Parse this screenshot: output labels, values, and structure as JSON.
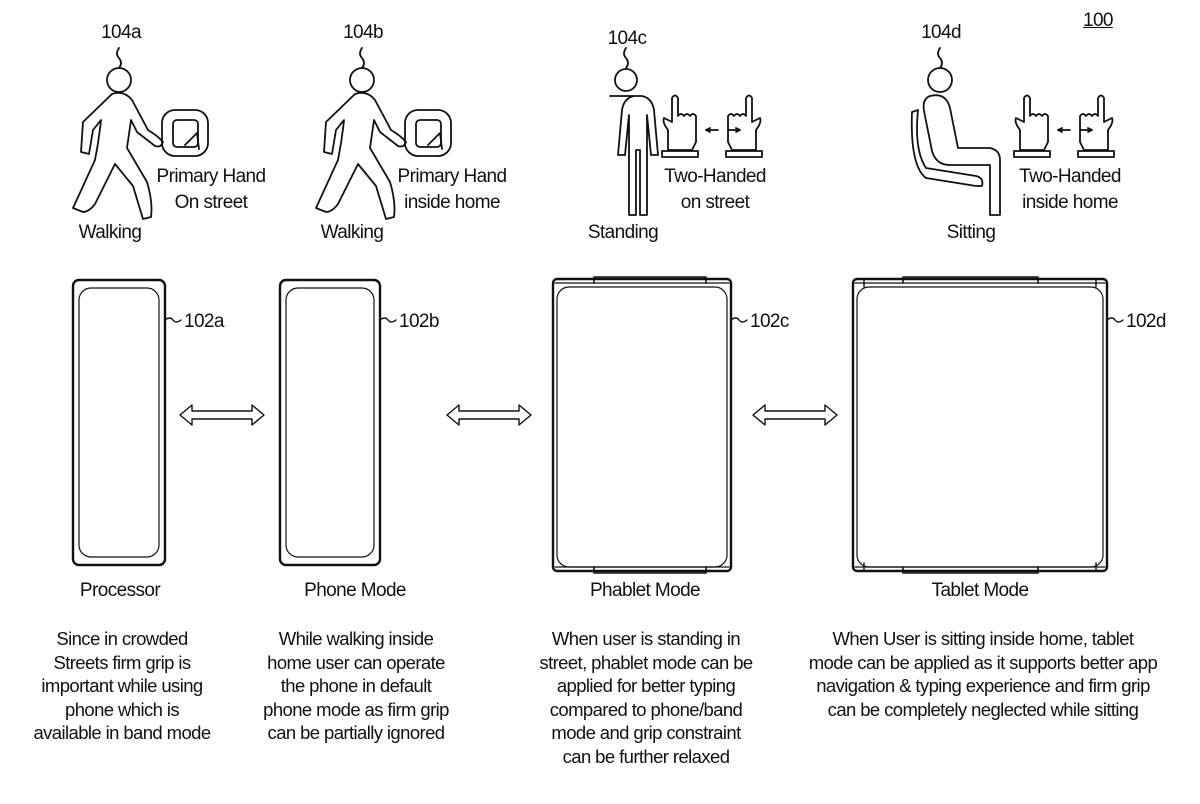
{
  "figure_number": "100",
  "scenarios": [
    {
      "user_ref": "104a",
      "context_lines": [
        "Primary Hand",
        "On street"
      ],
      "activity": "Walking",
      "device_ref": "102a",
      "mode": "Processor",
      "description": [
        "Since in crowded",
        "Streets firm grip is",
        "important while using",
        "phone which is",
        "available in band mode"
      ]
    },
    {
      "user_ref": "104b",
      "context_lines": [
        "Primary Hand",
        "inside home"
      ],
      "activity": "Walking",
      "device_ref": "102b",
      "mode": "Phone Mode",
      "description": [
        "While walking inside",
        "home user can operate",
        "the phone in default",
        "phone mode as firm grip",
        "can be partially ignored"
      ]
    },
    {
      "user_ref": "104c",
      "context_lines": [
        "Two-Handed",
        "on street"
      ],
      "activity": "Standing",
      "device_ref": "102c",
      "mode": "Phablet Mode",
      "description": [
        "When user is standing in",
        "street, phablet mode can be",
        "applied for better typing",
        "compared to phone/band",
        "mode and grip constraint",
        "can be further relaxed"
      ]
    },
    {
      "user_ref": "104d",
      "context_lines": [
        "Two-Handed",
        "inside home"
      ],
      "activity": "Sitting",
      "device_ref": "102d",
      "mode": "Tablet Mode",
      "description": [
        "When User is sitting inside home, tablet",
        "mode can be applied as it supports better app",
        "navigation & typing experience and firm grip",
        "can be completely neglected while sitting"
      ]
    }
  ]
}
